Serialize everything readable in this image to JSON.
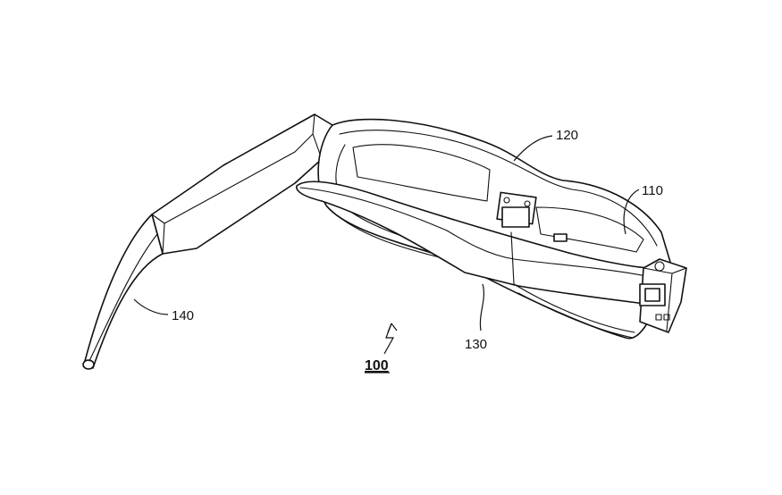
{
  "labels": {
    "frame": "120",
    "display_unit": "110",
    "temple_arm": "130",
    "earpiece": "140",
    "device": "100"
  }
}
